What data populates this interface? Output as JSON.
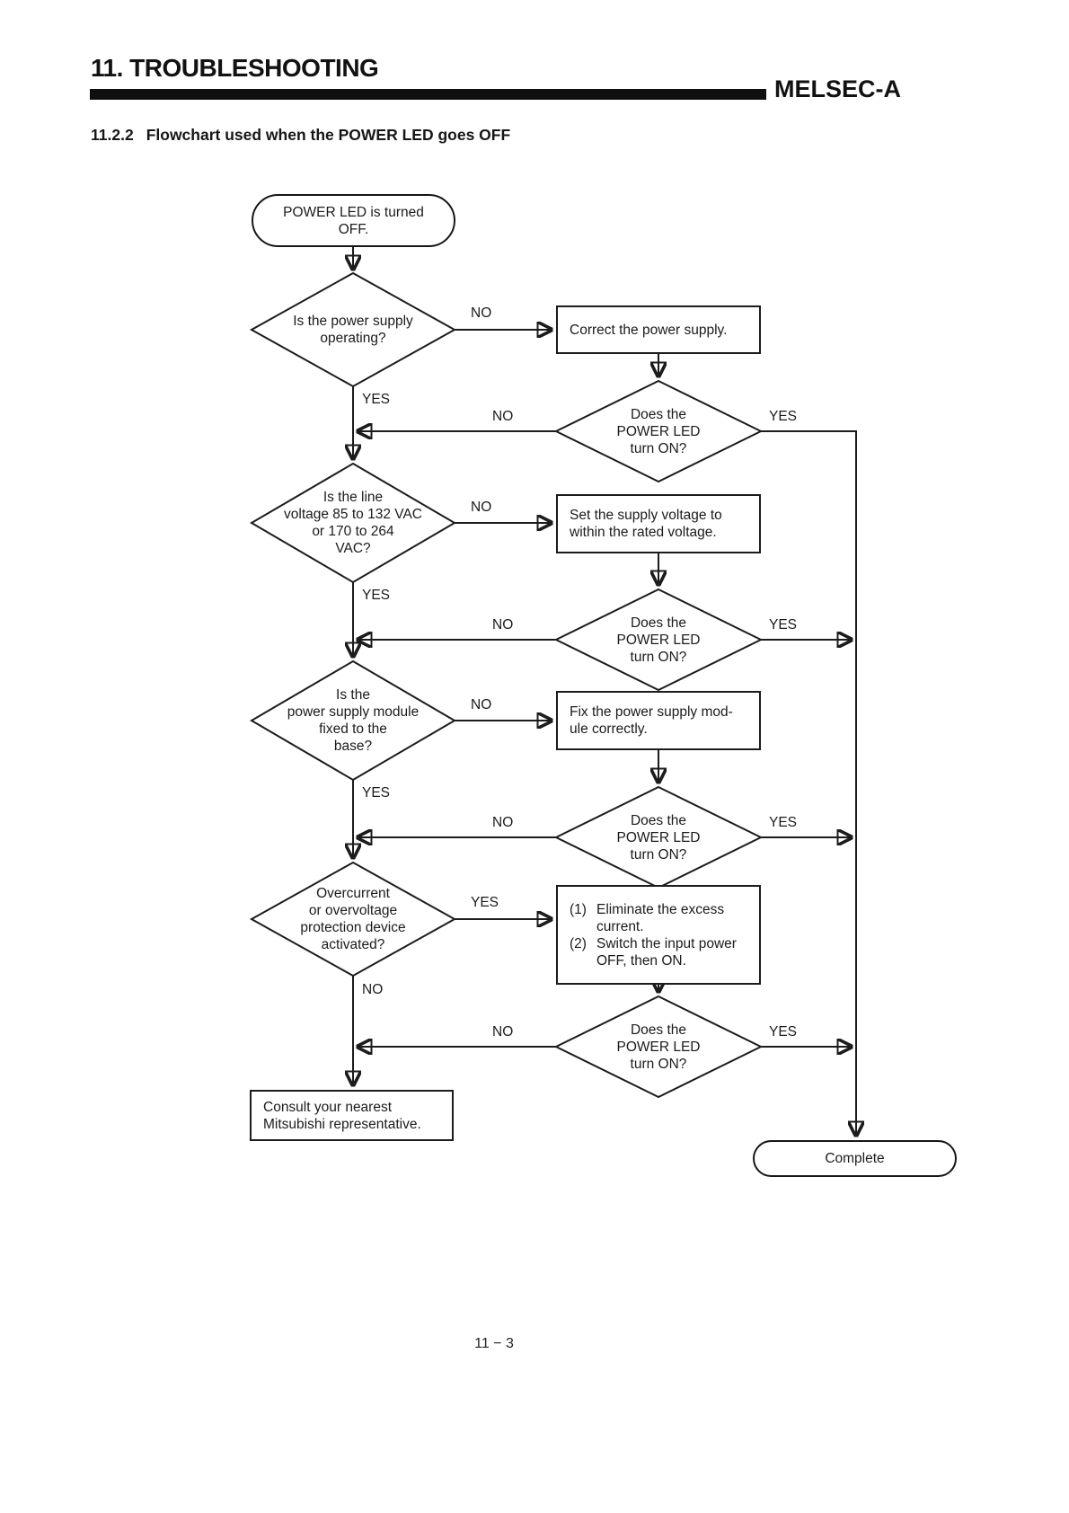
{
  "header": {
    "chapter_title": "11. TROUBLESHOOTING",
    "brand": "MELSEC-A",
    "section_number": "11.2.2",
    "section_text": "Flowchart used when the POWER LED goes OFF"
  },
  "labels": {
    "yes": "YES",
    "no": "NO"
  },
  "flowchart": {
    "start": "POWER LED is turned\nOFF.",
    "decision_power_supply_operating": "Is the power supply\noperating?",
    "box_correct_power_supply": "Correct the power supply.",
    "decision_does_led_turn_on": "Does the\nPOWER LED\nturn ON?",
    "decision_line_voltage": "Is the line\nvoltage 85 to 132 VAC\nor 170 to 264\nVAC?",
    "box_set_supply_voltage": "Set the supply voltage to\nwithin the rated voltage.",
    "decision_module_fixed": "Is the\npower supply module\nfixed to the\nbase?",
    "box_fix_module": "Fix the power supply mod-\nule correctly.",
    "decision_protection_device": "Overcurrent\nor overvoltage\nprotection device\nactivated?",
    "box_eliminate": {
      "item1": {
        "num": "(1)",
        "text": "Eliminate the excess\ncurrent."
      },
      "item2": {
        "num": "(2)",
        "text": "Switch the input power\nOFF, then ON."
      }
    },
    "box_consult": "Consult your nearest\nMitsubishi representative.",
    "complete": "Complete"
  },
  "footer": {
    "page_number": "11 − 3"
  }
}
